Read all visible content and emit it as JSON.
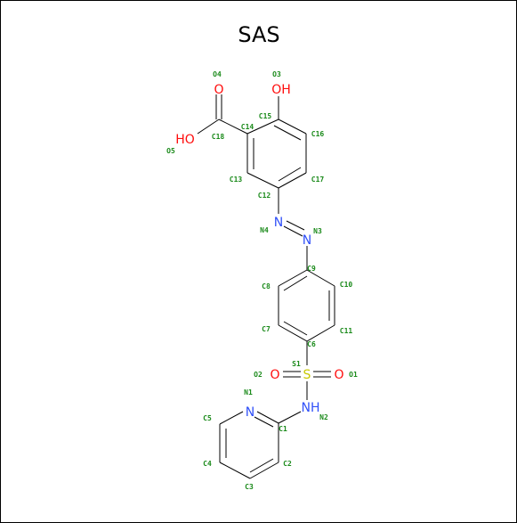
{
  "title": "SAS",
  "colors": {
    "carbon": "#000000",
    "oxygen": "#ff0d0d",
    "nitrogen": "#3050f8",
    "sulfur": "#c8c800",
    "index_label": "#1a8a1a"
  },
  "atom_labels": {
    "O3": "OH",
    "O4": "O",
    "O5": "HO",
    "N4": "N",
    "N3": "N",
    "S1": "S",
    "O1": "O",
    "O2": "O",
    "N2": "NH",
    "N1": "N"
  },
  "atom_indices": {
    "O4": "O4",
    "O3": "O3",
    "O5": "O5",
    "C15": "C15",
    "C14": "C14",
    "C18": "C18",
    "C16": "C16",
    "C13": "C13",
    "C17": "C17",
    "C12": "C12",
    "N4": "N4",
    "N3": "N3",
    "C9": "C9",
    "C8": "C8",
    "C10": "C10",
    "C7": "C7",
    "C11": "C11",
    "C6": "C6",
    "S1": "S1",
    "O1": "O1",
    "O2": "O2",
    "N2": "N2",
    "N1": "N1",
    "C1": "C1",
    "C5": "C5",
    "C4": "C4",
    "C2": "C2",
    "C3": "C3"
  }
}
